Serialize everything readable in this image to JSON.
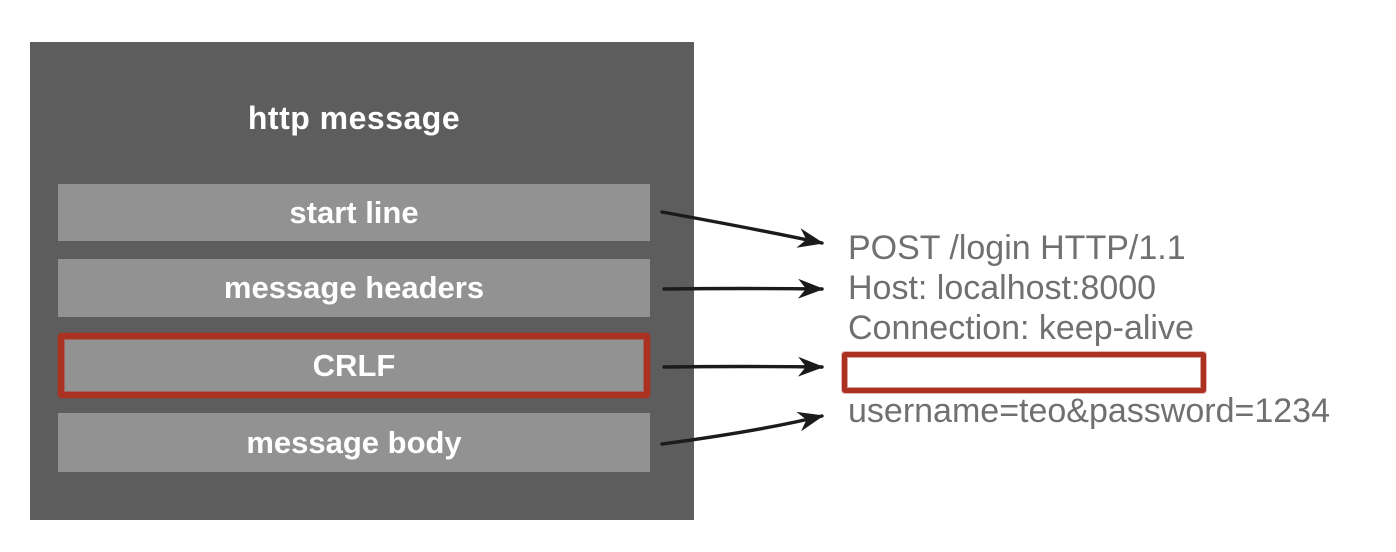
{
  "diagram": {
    "title": "http message",
    "bars": [
      {
        "label": "start line",
        "highlighted": false
      },
      {
        "label": "message headers",
        "highlighted": false
      },
      {
        "label": "CRLF",
        "highlighted": true
      },
      {
        "label": "message body",
        "highlighted": false
      }
    ],
    "example": {
      "start_line": "POST /login HTTP/1.1",
      "headers": [
        "Host: localhost:8000",
        "Connection: keep-alive"
      ],
      "crlf_blank_line": "",
      "body": "username=teo&password=1234"
    },
    "colors": {
      "box_background": "#5d5d5d",
      "bar_background": "#929292",
      "highlight_red": "#ab3120",
      "arrow_black": "#1b1b1b",
      "example_text": "#707070",
      "label_text": "#ffffff"
    }
  }
}
